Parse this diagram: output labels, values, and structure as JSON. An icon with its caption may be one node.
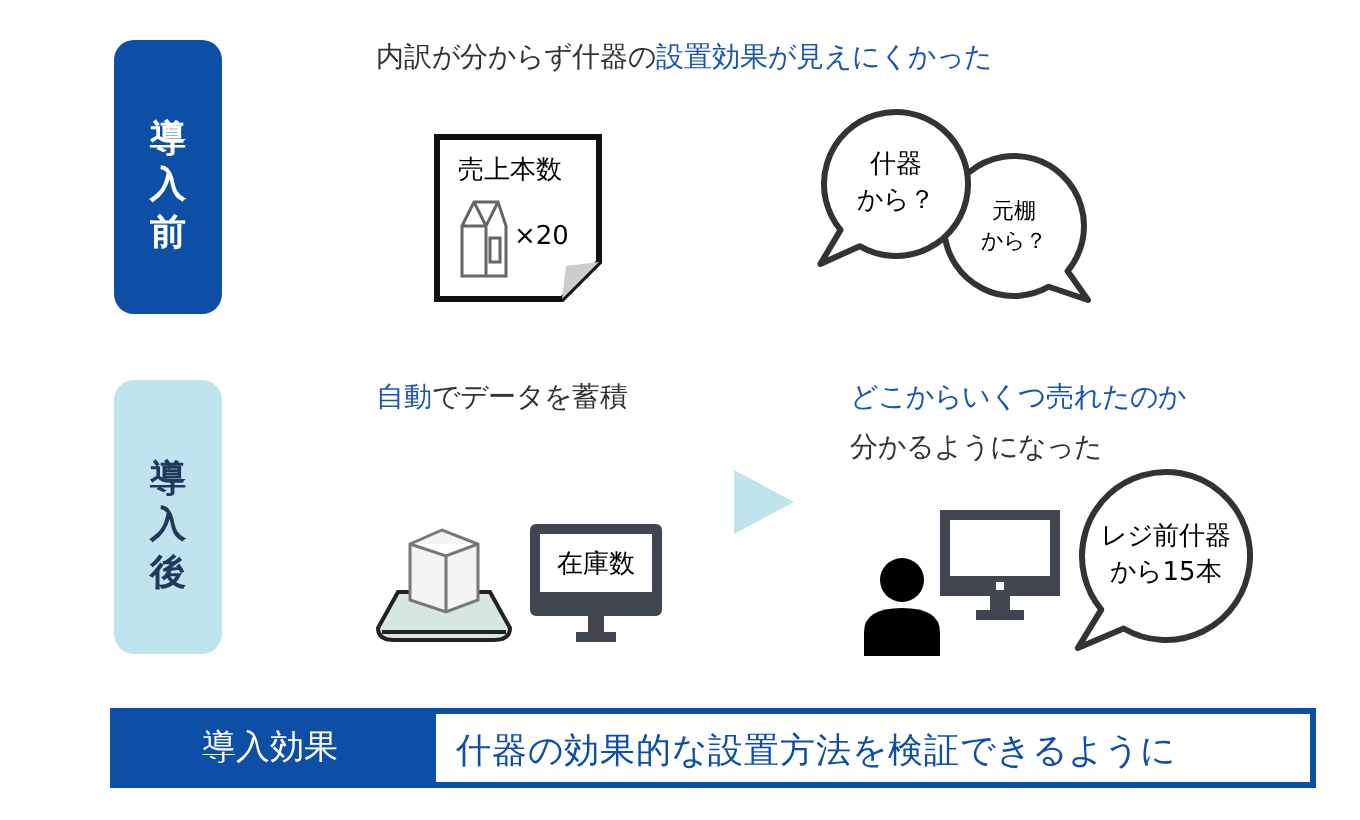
{
  "diagram": {
    "nodes": [
      {
        "text": [
          "導入前"
        ]
      },
      {
        "text": [
          "導入後"
        ]
      },
      {
        "text": [
          "売上本数",
          "×20"
        ]
      },
      {
        "text": [
          "什器から？"
        ]
      },
      {
        "text": [
          "元棚から？"
        ]
      },
      {
        "text": [
          "在庫数"
        ]
      },
      {
        "text": [
          "レジ前什器から15本"
        ]
      },
      {
        "text": [
          "導入効果"
        ]
      },
      {
        "text": [
          "什器の効果的な設置方法を検証できるように"
        ]
      }
    ],
    "labels": [
      "内訳が分からず什器の**設置効果が見えにくかった**",
      "**自動**でデータを蓄積",
      "**どこからいくつ売れたのか**分かるようになった"
    ]
  }
}
